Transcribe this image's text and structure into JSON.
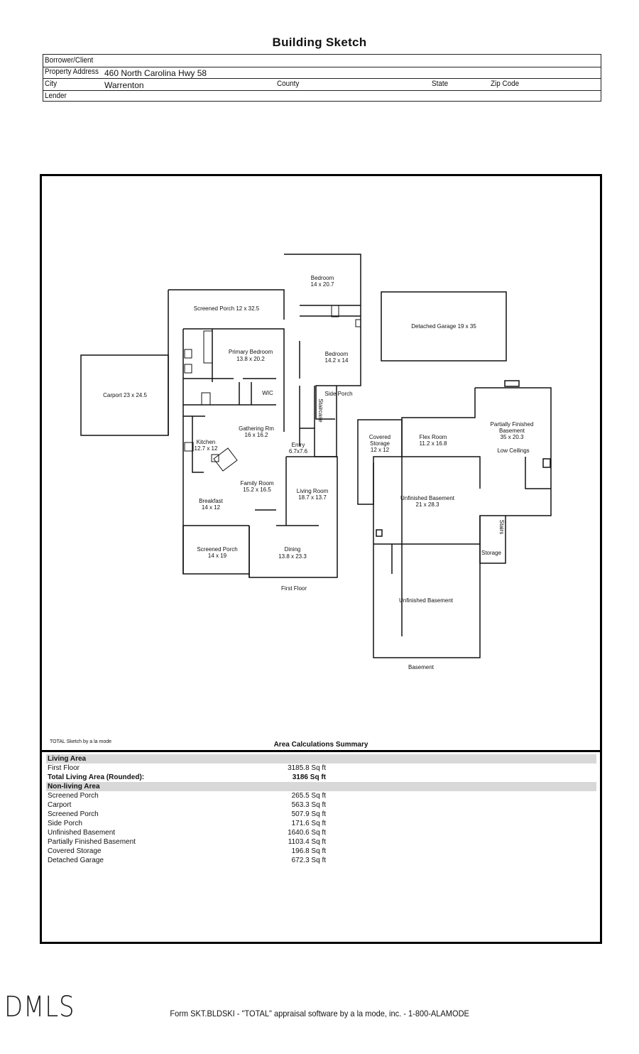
{
  "header": {
    "title": "Building Sketch",
    "borrower_label": "Borrower/Client",
    "property_label": "Property Address",
    "property_value": "460 North Carolina Hwy 58",
    "city_label": "City",
    "city_value": "Warrenton",
    "county_label": "County",
    "state_label": "State",
    "zip_label": "Zip Code",
    "lender_label": "Lender"
  },
  "sketch": {
    "rooms": {
      "bedroom1": "Bedroom",
      "bedroom1_size": "14 x 20.7",
      "screened_porch_top": "Screened Porch 12 x 32.5",
      "detached_garage": "Detached Garage 19 x 35",
      "primary_bedroom": "Primary Bedroom",
      "primary_bedroom_size": "13.8 x 20.2",
      "bedroom2": "Bedroom",
      "bedroom2_size": "14.2 x 14",
      "carport": "Carport 23 x 24.5",
      "wic": "WIC",
      "staircase": "Staircase",
      "side_porch": "Side Porch",
      "gathering": "Gathering Rm",
      "gathering_size": "16 x 16.2",
      "kitchen": "Kitchen",
      "kitchen_size": "12.7 x 12",
      "entry": "Entry",
      "entry_size": "6.7x7.6",
      "family_room": "Family Room",
      "family_room_size": "15.2 x 16.5",
      "living_room": "Living Room",
      "living_room_size": "18.7 x 13.7",
      "breakfast": "Breakfast",
      "breakfast_size": "14 x 12",
      "screened_porch_bottom": "Screened Porch",
      "screened_porch_bottom_size": "14 x 19",
      "dining": "Dining",
      "dining_size": "13.8 x 23.3",
      "first_floor": "First Floor",
      "covered_storage_1": "Covered",
      "covered_storage_2": "Storage",
      "covered_storage_size": "12 x 12",
      "flex_room": "Flex Room",
      "flex_room_size": "11.2 x 16.8",
      "pfb_1": "Partially Finished",
      "pfb_2": "Basement",
      "pfb_size": "35 x 20.3",
      "low_ceilings": "Low Ceilings",
      "unfinished_basement_1": "Unfinished Basement",
      "unfinished_basement_1_size": "21 x 28.3",
      "stairs": "Stairs",
      "storage": "Storage",
      "unfinished_basement_2": "Unfinished Basement",
      "basement": "Basement"
    }
  },
  "summary": {
    "credit": "TOTAL Sketch by a la mode",
    "title": "Area Calculations Summary",
    "living_area_label": "Living Area",
    "first_floor_label": "First Floor",
    "first_floor_value": "3185.8 Sq ft",
    "total_label": "Total Living Area (Rounded):",
    "total_value": "3186 Sq ft",
    "non_living_label": "Non-living Area",
    "non_living": [
      {
        "name": "Screened Porch",
        "value": "265.5 Sq ft"
      },
      {
        "name": "Carport",
        "value": "563.3 Sq ft"
      },
      {
        "name": "Screened Porch",
        "value": "507.9 Sq ft"
      },
      {
        "name": "Side Porch",
        "value": "171.6 Sq ft"
      },
      {
        "name": "Unfinished Basement",
        "value": "1640.6 Sq ft"
      },
      {
        "name": "Partially Finished Basement",
        "value": "1103.4 Sq ft"
      },
      {
        "name": "Covered Storage",
        "value": "196.8 Sq ft"
      },
      {
        "name": "Detached Garage",
        "value": "672.3 Sq ft"
      }
    ]
  },
  "logo": "DMLS",
  "footer": "Form SKT.BLDSKI - \"TOTAL\" appraisal software by a la mode, inc. - 1-800-ALAMODE"
}
